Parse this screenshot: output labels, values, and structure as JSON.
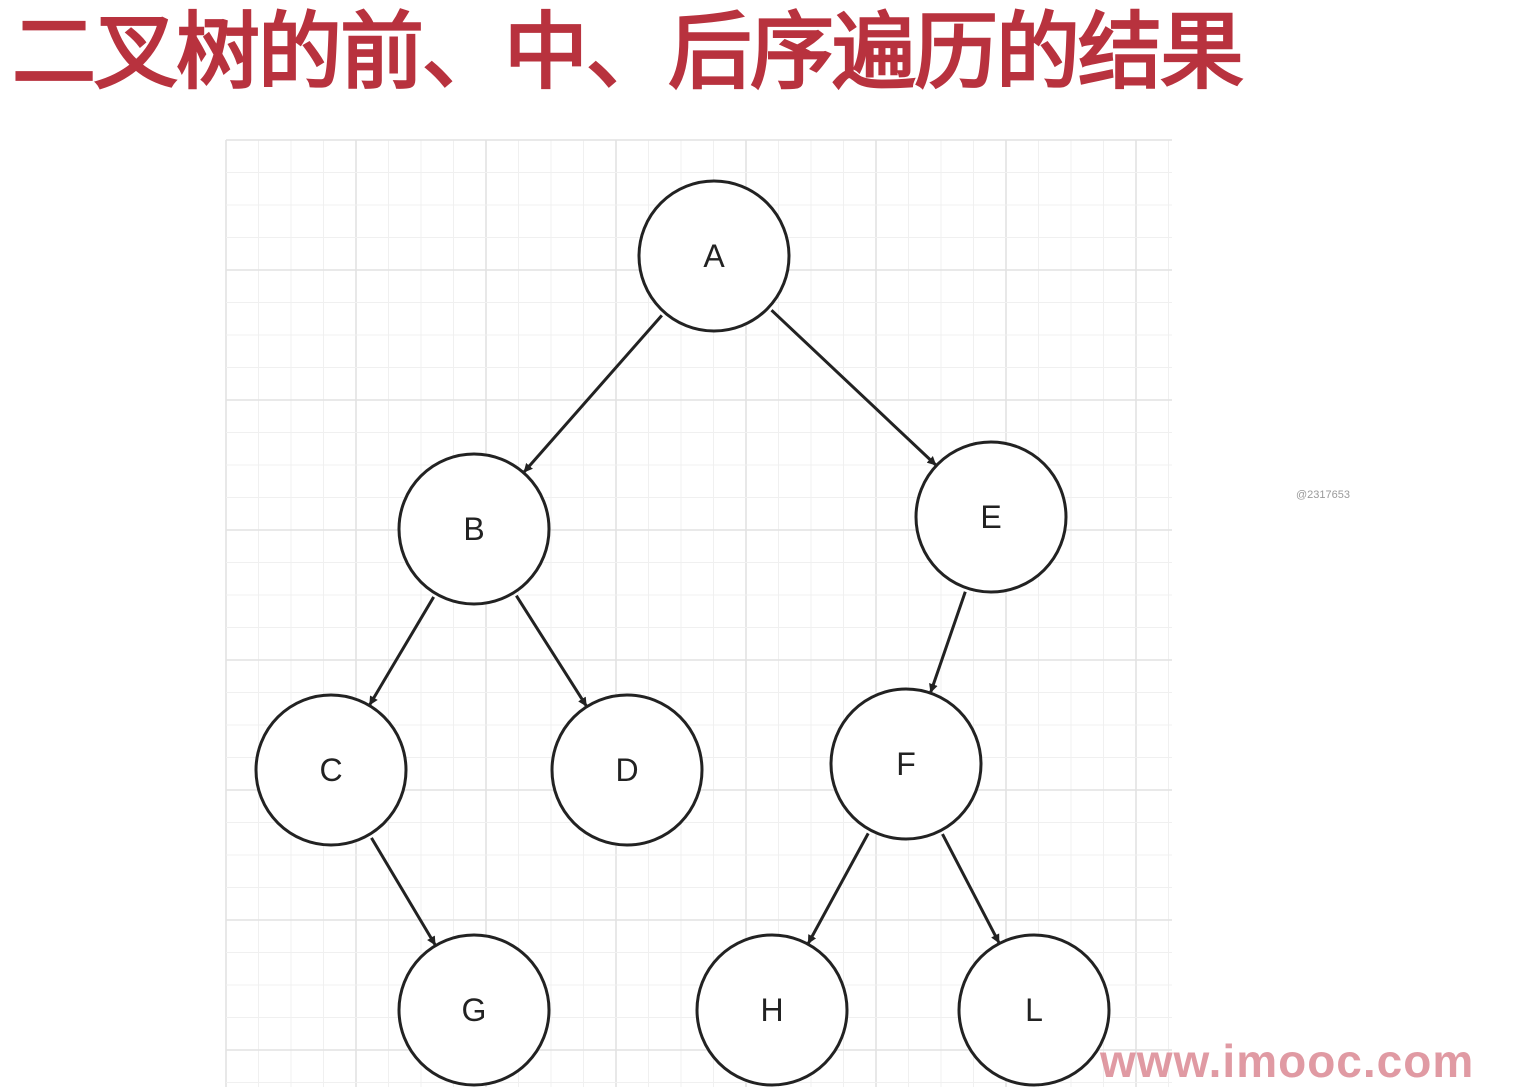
{
  "title": "二叉树的前、中、后序遍历的结果",
  "watermark_id": "@2317653",
  "site_watermark": "www.imooc.com",
  "colors": {
    "title": "#b8323e",
    "grid_minor": "#f0f0f0",
    "grid_major": "#e2e2e2",
    "stroke": "#222222"
  },
  "tree": {
    "nodes": [
      {
        "id": "A",
        "label": "A"
      },
      {
        "id": "B",
        "label": "B"
      },
      {
        "id": "E",
        "label": "E"
      },
      {
        "id": "C",
        "label": "C"
      },
      {
        "id": "D",
        "label": "D"
      },
      {
        "id": "F",
        "label": "F"
      },
      {
        "id": "G",
        "label": "G"
      },
      {
        "id": "H",
        "label": "H"
      },
      {
        "id": "L",
        "label": "L"
      }
    ],
    "edges": [
      {
        "from": "A",
        "to": "B"
      },
      {
        "from": "A",
        "to": "E"
      },
      {
        "from": "B",
        "to": "C"
      },
      {
        "from": "B",
        "to": "D"
      },
      {
        "from": "E",
        "to": "F"
      },
      {
        "from": "C",
        "to": "G"
      },
      {
        "from": "F",
        "to": "H"
      },
      {
        "from": "F",
        "to": "L"
      }
    ]
  }
}
